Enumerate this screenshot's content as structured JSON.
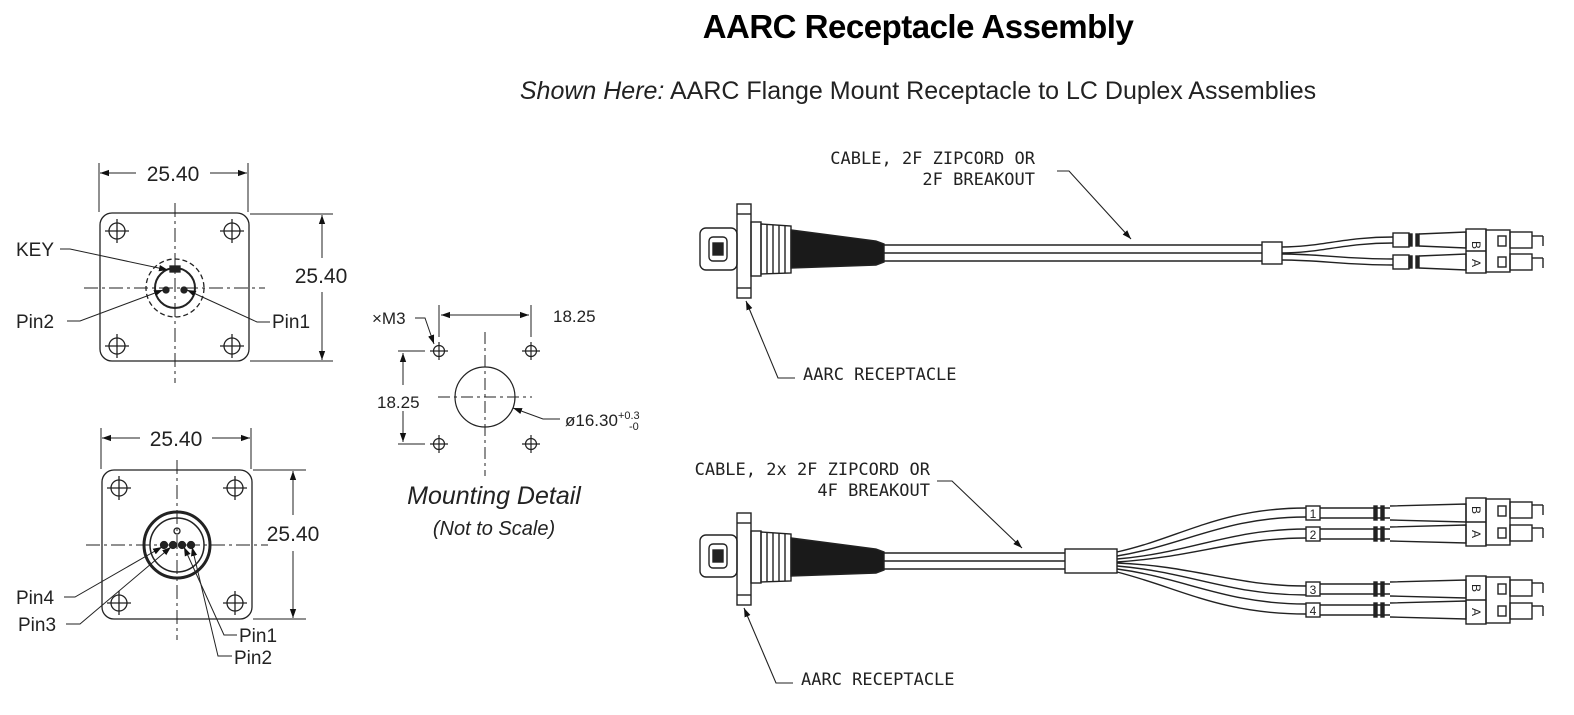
{
  "title": "AARC Receptacle Assembly",
  "subtitle": {
    "lead": "Shown Here:",
    "rest": "AARC Flange Mount Receptacle to LC Duplex Assemblies"
  },
  "top_view": {
    "dim_width": "25.40",
    "dim_height": "25.40",
    "key_label": "KEY",
    "pin1_label": "Pin1",
    "pin2_label": "Pin2"
  },
  "bottom_view": {
    "dim_width": "25.40",
    "dim_height": "25.40",
    "pin1_label": "Pin1",
    "pin2_label": "Pin2",
    "pin3_label": "Pin3",
    "pin4_label": "Pin4"
  },
  "mounting_detail": {
    "hole_label": "×M3",
    "dim_horizontal": "18.25",
    "dim_vertical": "18.25",
    "diameter": "ø16.30",
    "tol_plus": "+0.3",
    "tol_minus": "-0",
    "caption": "Mounting Detail",
    "note": "(Not to Scale)"
  },
  "assembly_top": {
    "cable_line1": "CABLE, 2F ZIPCORD OR",
    "cable_line2": "2F BREAKOUT",
    "receptacle_label": "AARC RECEPTACLE",
    "lc_letters": [
      "B",
      "A"
    ]
  },
  "assembly_bottom": {
    "cable_line1": "CABLE, 2x 2F ZIPCORD OR",
    "cable_line2": "4F BREAKOUT",
    "receptacle_label": "AARC RECEPTACLE",
    "leg_numbers": [
      "1",
      "2",
      "3",
      "4"
    ],
    "lc_letters": [
      "B",
      "A"
    ]
  }
}
